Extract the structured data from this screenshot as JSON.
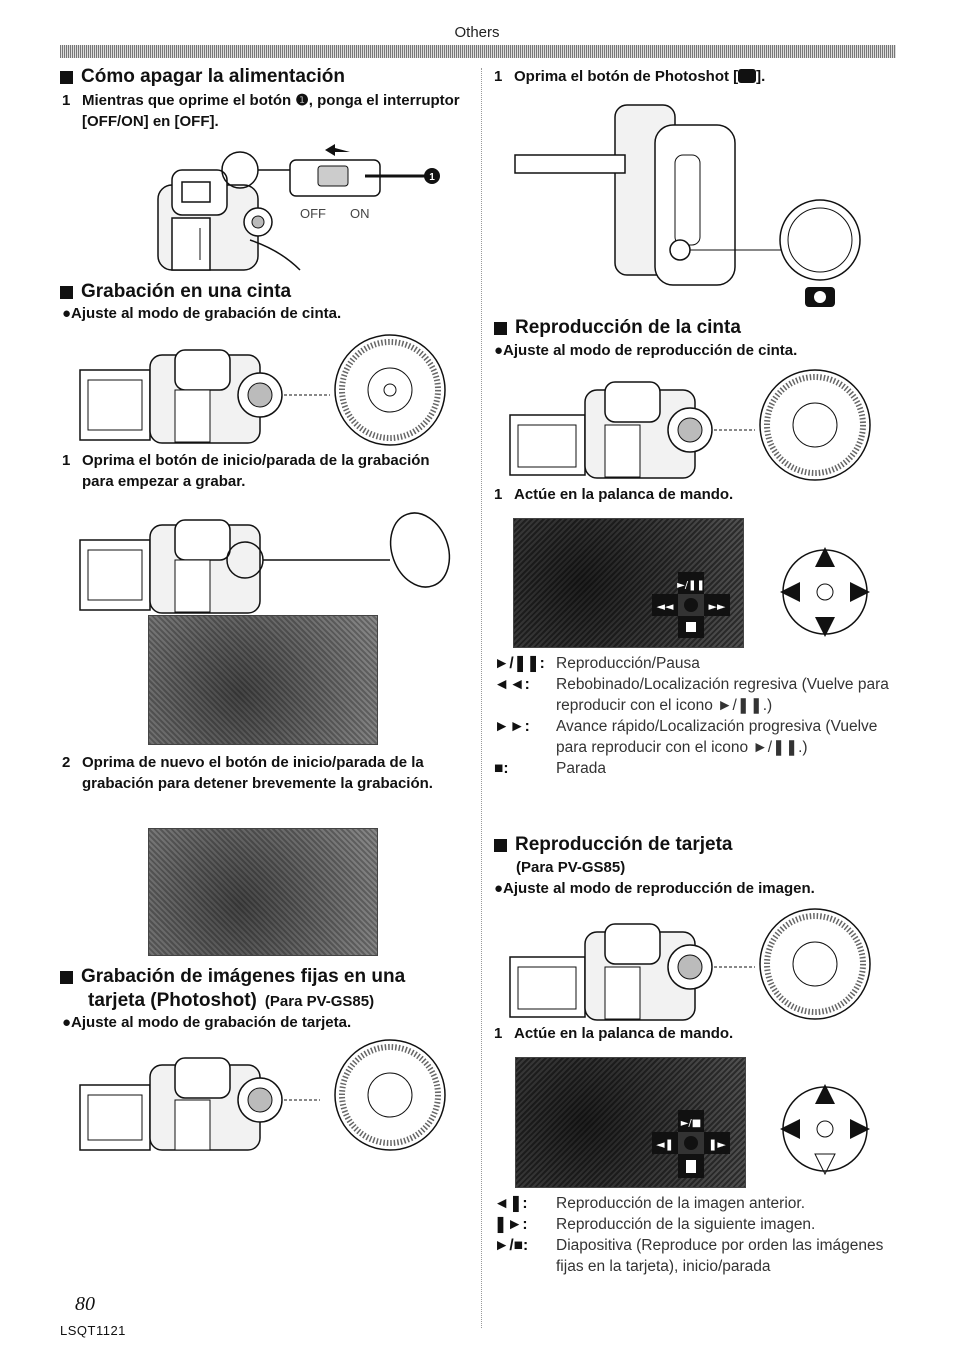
{
  "header": {
    "section": "Others"
  },
  "footer": {
    "page_number": "80",
    "model_code": "LSQT1121"
  },
  "left": {
    "power_off": {
      "title": "Cómo apagar la alimentación",
      "step1_num": "1",
      "step1_text": "Mientras que oprime el botón ❶, ponga el interruptor [OFF/ON] en [OFF].",
      "switch_off": "OFF",
      "switch_on": "ON",
      "callout": "1"
    },
    "tape_rec": {
      "title": "Grabación en una cinta",
      "bullet": "●Ajuste al modo de grabación de cinta.",
      "step1_num": "1",
      "step1_text": "Oprima el botón de inicio/parada de la grabación para empezar a grabar.",
      "step2_num": "2",
      "step2_text": "Oprima de nuevo el botón de inicio/parada de la grabación para detener brevemente la grabación."
    },
    "card_rec": {
      "title_line1": "Grabación de imágenes fijas en una",
      "title_line2": "tarjeta (Photoshot)",
      "title_model": "(Para PV-GS85)",
      "bullet": "●Ajuste al modo de grabación de tarjeta."
    }
  },
  "right": {
    "photoshot": {
      "step1_num": "1",
      "step1_text": "Oprima el botón de Photoshot [",
      "step1_end": "]."
    },
    "tape_play": {
      "title": "Reproducción de la cinta",
      "bullet": "●Ajuste al modo de reproducción de cinta.",
      "step1_num": "1",
      "step1_text": "Actúe en la palanca de mando.",
      "legend": [
        {
          "sym": "►/❚❚:",
          "desc": "Reproducción/Pausa"
        },
        {
          "sym": "◄◄:",
          "desc": "Rebobinado/Localización regresiva (Vuelve para reproducir con el icono ►/❚❚.)"
        },
        {
          "sym": "►►:",
          "desc": "Avance rápido/Localización progresiva (Vuelve para reproducir con el icono ►/❚❚.)"
        },
        {
          "sym": "■:",
          "desc": "Parada"
        }
      ]
    },
    "card_play": {
      "title": "Reproducción de tarjeta",
      "model": "(Para PV-GS85)",
      "bullet": "●Ajuste al modo de reproducción de imagen.",
      "step1_num": "1",
      "step1_text": "Actúe en la palanca de mando.",
      "legend": [
        {
          "sym": "◄❚:",
          "desc": "Reproducción de la imagen anterior."
        },
        {
          "sym": "❚►:",
          "desc": "Reproducción de la siguiente imagen."
        },
        {
          "sym": "►/■:",
          "desc": "Diapositiva (Reproduce por orden las imágenes fijas en la tarjeta), inicio/parada"
        }
      ]
    }
  }
}
